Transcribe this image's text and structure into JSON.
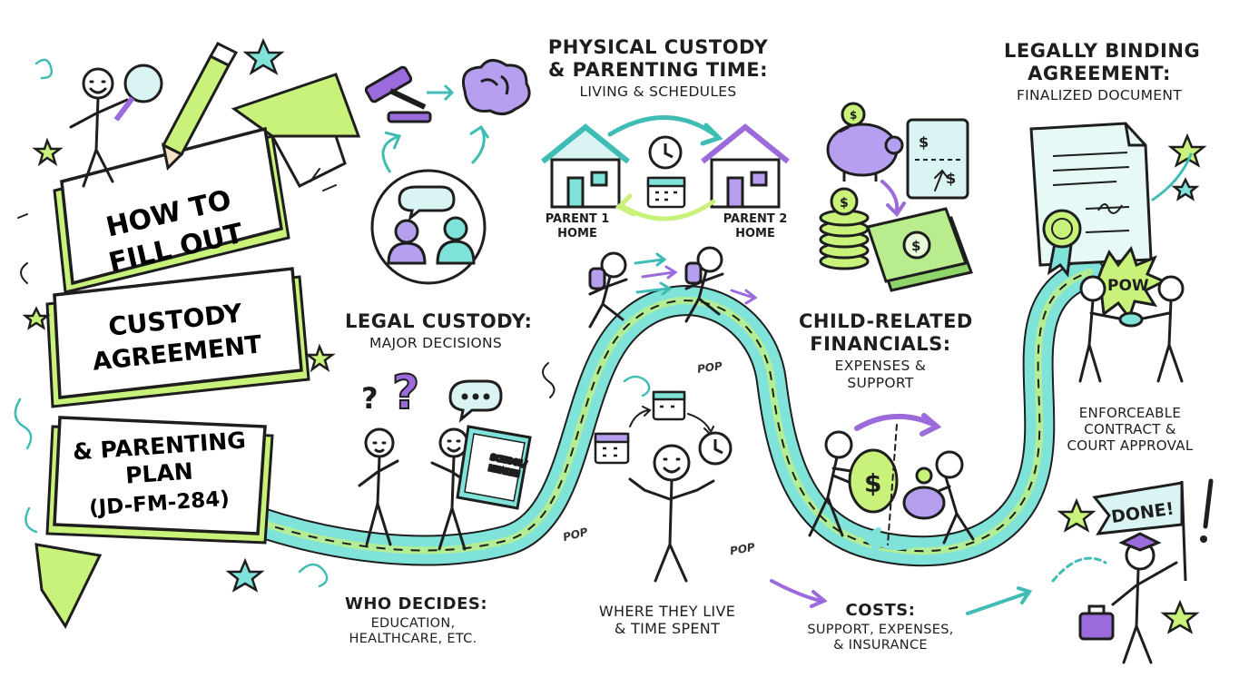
{
  "banner": {
    "line1": "HOW TO",
    "line2": "FILL OUT",
    "line3": "CUSTODY",
    "line4": "AGREEMENT",
    "line5": "& PARENTING",
    "line6": "PLAN",
    "line7": "(JD-FM-284)"
  },
  "legal": {
    "heading": "LEGAL CUSTODY:",
    "sub": "MAJOR DECISIONS",
    "who_line1": "WHO DECIDES:",
    "who_line2": "EDUCATION,",
    "who_line3": "HEALTHCARE, ETC.",
    "book_line1": "SCHOOL/",
    "book_line2": "HEALTH"
  },
  "physical": {
    "heading_line1": "PHYSICAL CUSTODY",
    "heading_line2": "& PARENTING TIME:",
    "sub": "LIVING & SCHEDULES",
    "home1_line1": "PARENT 1",
    "home1_line2": "HOME",
    "home2_line1": "PARENT 2",
    "home2_line2": "HOME",
    "where_line1": "WHERE THEY LIVE",
    "where_line2": "& TIME SPENT"
  },
  "financial": {
    "heading_line1": "CHILD-RELATED",
    "heading_line2": "FINANCIALS:",
    "sub_line1": "EXPENSES &",
    "sub_line2": "SUPPORT",
    "costs_line1": "COSTS:",
    "costs_line2": "SUPPORT, EXPENSES,",
    "costs_line3": "& INSURANCE"
  },
  "binding": {
    "heading_line1": "LEGALLY BINDING",
    "heading_line2": "AGREEMENT:",
    "sub": "FINALIZED DOCUMENT",
    "enforce_line1": "ENFORCEABLE",
    "enforce_line2": "CONTRACT &",
    "enforce_line3": "COURT APPROVAL",
    "pow": "POW",
    "done": "DONE!"
  },
  "pops": [
    "POP",
    "POP",
    "POP"
  ],
  "colors": {
    "road": "#7FE3DA",
    "lime": "#C9F27A",
    "purple": "#9B6BDB",
    "teal": "#3FBDB4",
    "ink": "#1e1e1e"
  },
  "icons": [
    "pencil-icon",
    "magnifier-icon",
    "gavel-icon",
    "brain-icon",
    "speech-bubble-icon",
    "house-icon",
    "clock-icon",
    "calendar-icon",
    "backpack-icon",
    "piggy-bank-icon",
    "check-icon",
    "coins-icon",
    "cash-stack-icon",
    "document-icon",
    "seal-icon",
    "handshake-icon",
    "graduation-cap-icon",
    "briefcase-icon",
    "flag-icon",
    "star-icon"
  ]
}
